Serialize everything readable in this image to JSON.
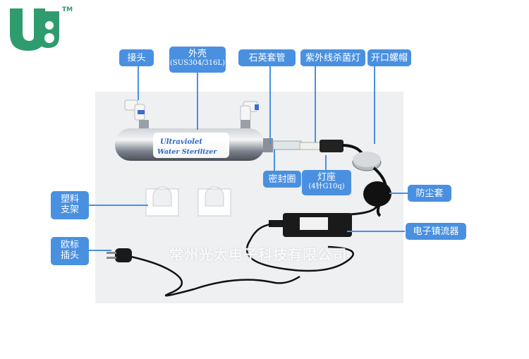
{
  "brand": {
    "logo_text": "UV",
    "trademark": "TM",
    "colors": {
      "logo": "#2f9c6e",
      "label": "#4a90e0"
    }
  },
  "labels": {
    "connector": "接头",
    "housing": "外壳",
    "housing_spec": "(SUS304/316L)",
    "quartz_sleeve": "石英套管",
    "uv_lamp": "紫外线杀菌灯",
    "open_cap": "开口螺帽",
    "seal_ring": "密封圈",
    "lamp_socket": "灯座",
    "lamp_socket_spec": "(4针G10q)",
    "dust_cover": "防尘套",
    "plastic_bracket_l1": "塑料",
    "plastic_bracket_l2": "支架",
    "euro_plug_l1": "欧标",
    "euro_plug_l2": "插头",
    "ballast": "电子镇流器"
  },
  "product": {
    "line1": "Ultraviolet",
    "line2": "Water Sterilizer"
  },
  "watermark": "常州光太电子科技有限公司"
}
